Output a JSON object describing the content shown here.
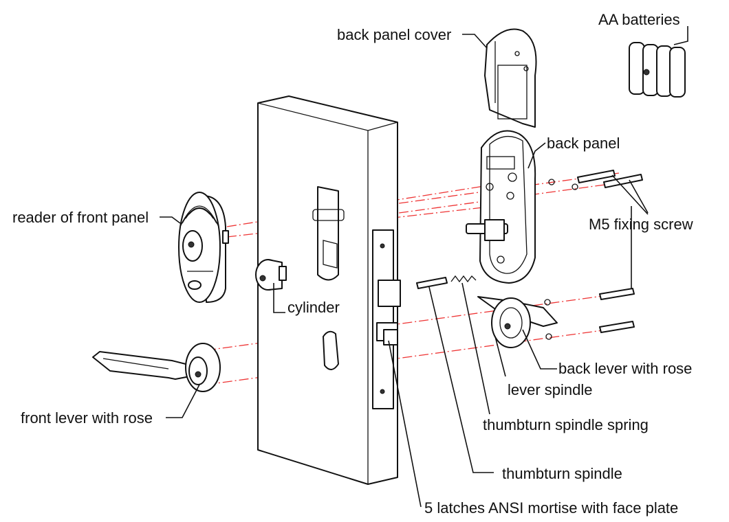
{
  "labels": {
    "aa_batteries": "AA batteries",
    "back_panel_cover": "back panel cover",
    "back_panel": "back panel",
    "reader_front_panel": "reader of front panel",
    "m5_fixing_screw": "M5 fixing screw",
    "cylinder": "cylinder",
    "back_lever_with_rose": "back lever with rose",
    "lever_spindle": "lever spindle",
    "front_lever_with_rose": "front lever with rose",
    "thumbturn_spindle_spring": "thumbturn spindle spring",
    "thumbturn_spindle": "thumbturn spindle",
    "mortise": "5 latches ANSI mortise with face plate"
  },
  "colors": {
    "line": "#111111",
    "centerline": "#ee3333",
    "background": "#ffffff"
  }
}
